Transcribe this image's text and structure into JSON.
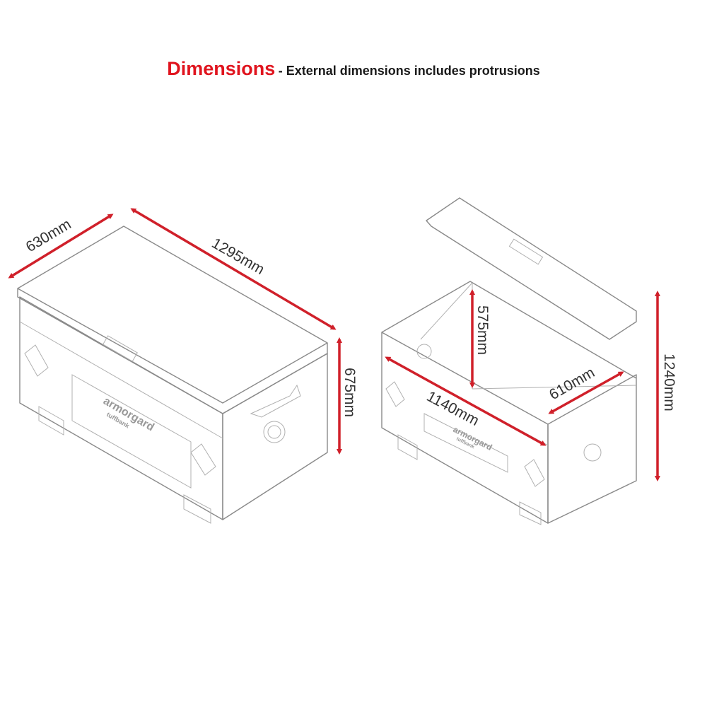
{
  "title": {
    "main": "Dimensions",
    "subtitle": "- External dimensions includes protrusions"
  },
  "closed_box": {
    "logo_brand": "armorgard",
    "logo_product": "tuffbank",
    "dimensions": {
      "depth": "630mm",
      "width": "1295mm",
      "height": "675mm"
    }
  },
  "open_box": {
    "logo_brand": "armorgard",
    "logo_product": "tuffbank",
    "dimensions": {
      "internal_height": "575mm",
      "internal_width": "1140mm",
      "internal_depth": "610mm",
      "height_lid_open": "1240mm"
    }
  },
  "colors": {
    "accent": "#e0141e",
    "arrow": "#d0202a",
    "line": "#8a8a8a"
  }
}
